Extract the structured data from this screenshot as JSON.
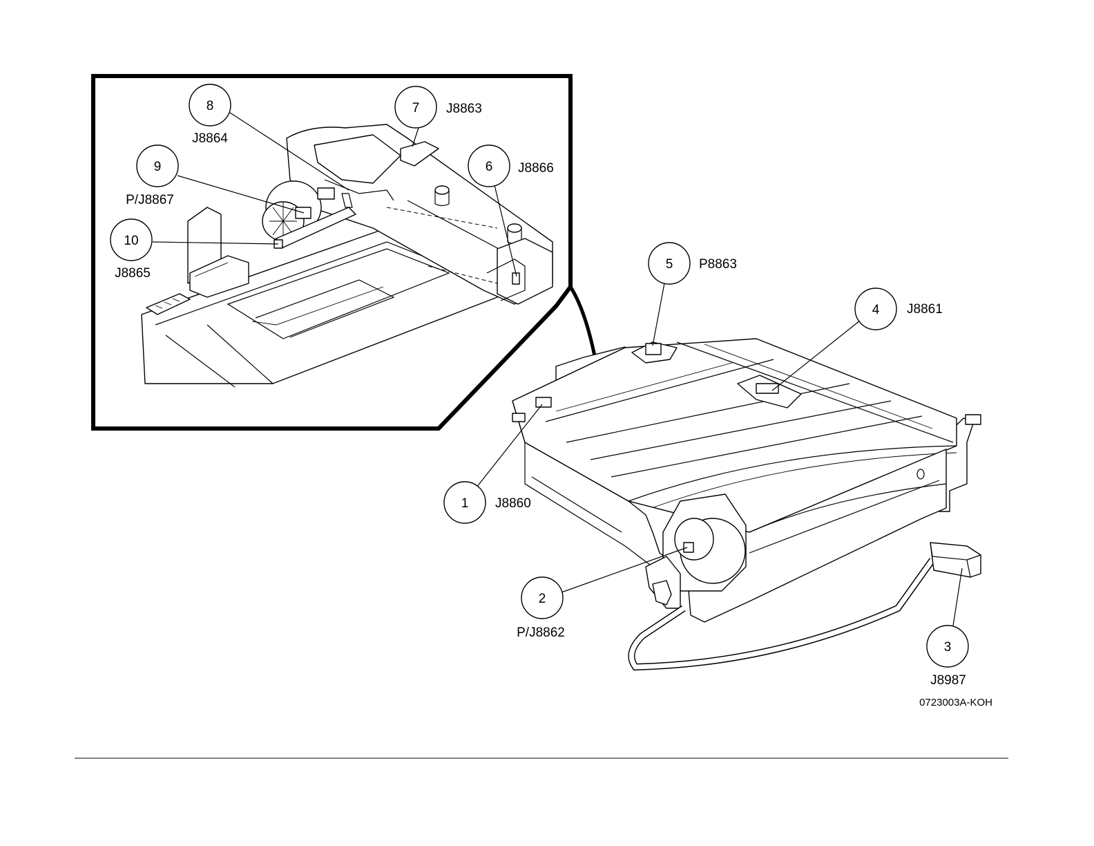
{
  "figure_id": "0723003A-KOH",
  "callouts": [
    {
      "number": "1",
      "connector": "J8860"
    },
    {
      "number": "2",
      "connector": "P/J8862"
    },
    {
      "number": "3",
      "connector": "J8987"
    },
    {
      "number": "4",
      "connector": "J8861"
    },
    {
      "number": "5",
      "connector": "P8863"
    },
    {
      "number": "6",
      "connector": "J8866"
    },
    {
      "number": "7",
      "connector": "J8863"
    },
    {
      "number": "8",
      "connector": "J8864"
    },
    {
      "number": "9",
      "connector": "P/J8867"
    },
    {
      "number": "10",
      "connector": "J8865"
    }
  ]
}
